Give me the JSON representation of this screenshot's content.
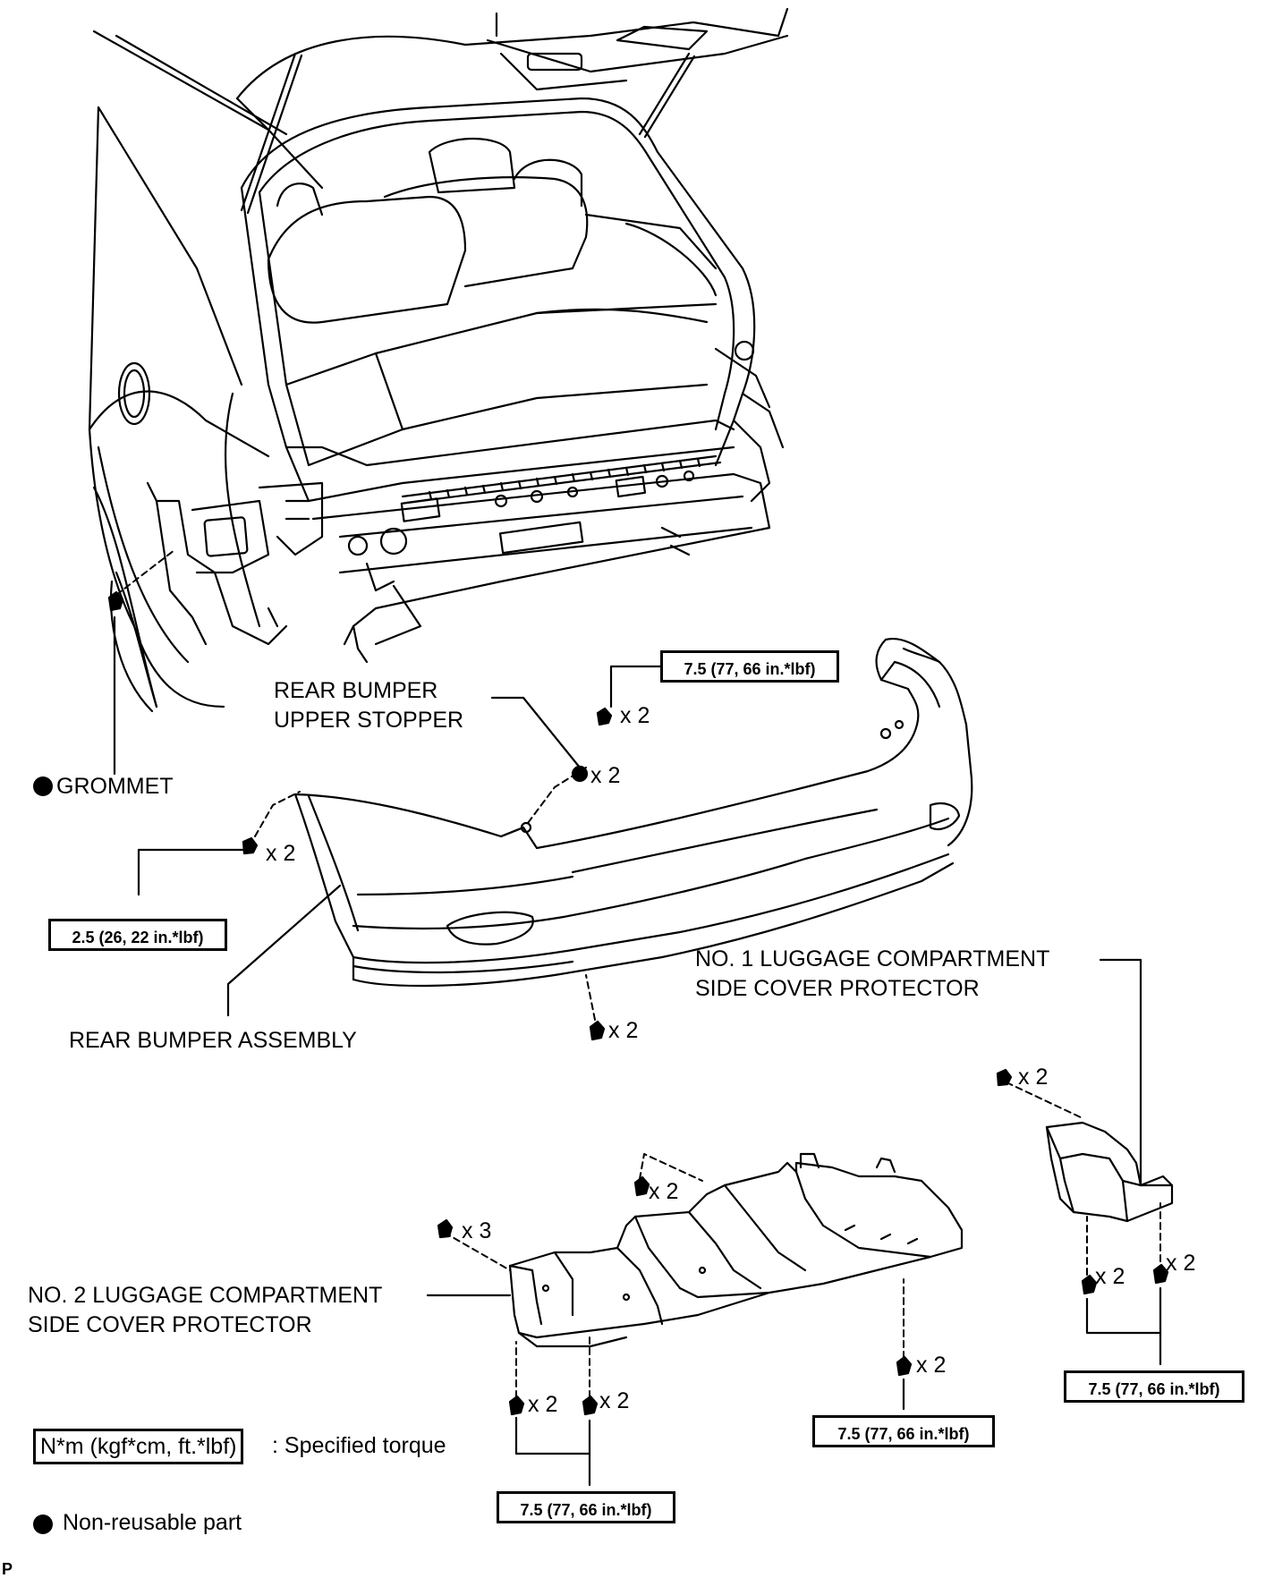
{
  "labels": {
    "grommet": "GROMMET",
    "upper_stopper_line1": "REAR BUMPER",
    "upper_stopper_line2": "UPPER STOPPER",
    "bumper_assembly": "REAR BUMPER ASSEMBLY",
    "no1_protector_line1": "NO. 1 LUGGAGE COMPARTMENT",
    "no1_protector_line2": "SIDE COVER PROTECTOR",
    "no2_protector_line1": "NO. 2 LUGGAGE COMPARTMENT",
    "no2_protector_line2": "SIDE COVER PROTECTOR"
  },
  "quantities": {
    "x2": "x 2",
    "x3": "x 3"
  },
  "torques": {
    "t75": "7.5 (77, 66 in.*lbf)",
    "t25": "2.5 (26, 22 in.*lbf)"
  },
  "legend": {
    "torque_units": "N*m (kgf*cm, ft.*lbf)",
    "torque_caption": ": Specified torque",
    "nonreusable_caption": "Non-reusable part"
  },
  "corner_code": "P",
  "colors": {
    "line": "#000000",
    "background": "#ffffff"
  }
}
